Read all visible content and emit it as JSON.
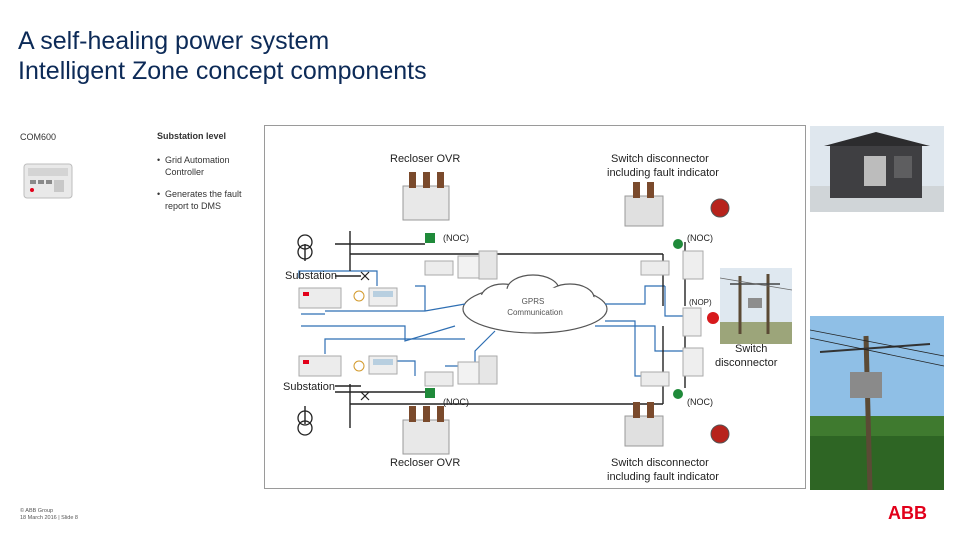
{
  "title": {
    "line1": "A self-healing power system",
    "line2": "Intelligent Zone concept components"
  },
  "com": {
    "label": "COM600"
  },
  "substation_level": {
    "heading": "Substation level",
    "bullets": [
      "Grid Automation Controller",
      "Generates the fault report to DMS"
    ]
  },
  "diagram": {
    "recloser_top": "Recloser OVR",
    "recloser_bottom": "Recloser OVR",
    "switch_top_line1": "Switch disconnector",
    "switch_top_line2": "including fault indicator",
    "switch_bottom_line1": "Switch disconnector",
    "switch_bottom_line2": "including fault indicator",
    "substation_top": "Substation",
    "substation_bottom": "Substation",
    "noc_labels": [
      "(NOC)",
      "(NOC)",
      "(NOC)",
      "(NOC)"
    ],
    "nop_label": "(NOP)",
    "gprs_line1": "GPRS",
    "gprs_line2": "Communication",
    "switch_disconnector_line1": "Switch",
    "switch_disconnector_line2": "disconnector",
    "status_colors": {
      "closed_square": "#1f8a3a",
      "closed_circle": "#1f8a3a",
      "open_circle": "#d7191c",
      "line_blue": "#2f6fb3",
      "line_black": "#222222"
    }
  },
  "footer": {
    "line1": "© ABB Group",
    "line2": "18 March 2016 | Slide 8"
  },
  "logo": {
    "text": "ABB",
    "color": "#e2001a"
  }
}
